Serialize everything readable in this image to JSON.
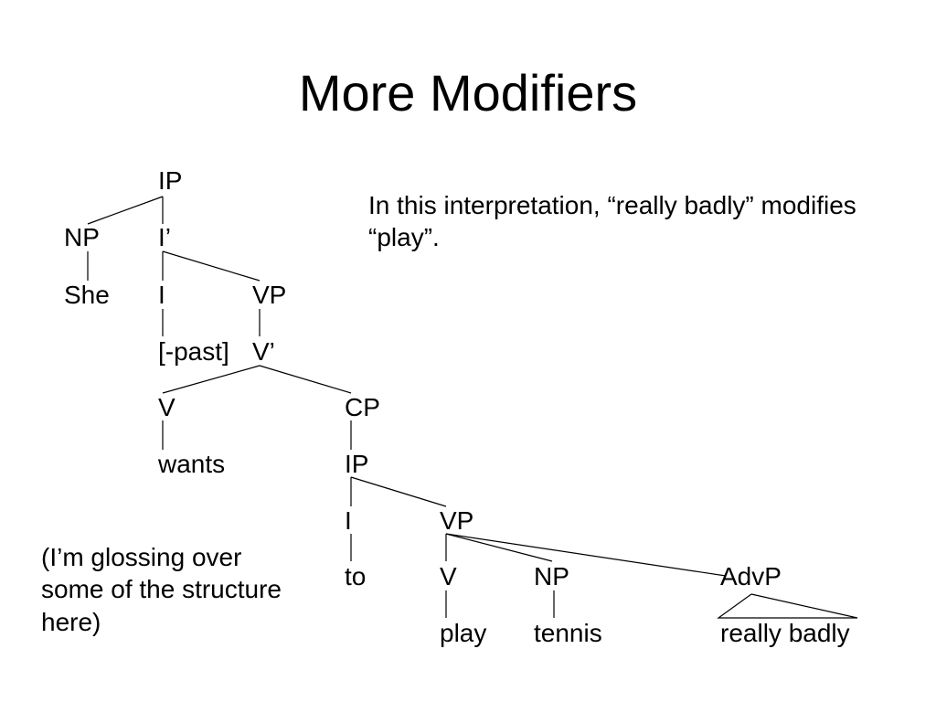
{
  "slide": {
    "title": "More Modifiers",
    "annotation": "In this interpretation, “really badly” modifies “play”.",
    "gloss_note": "(I’m glossing over some of the structure here)"
  },
  "tree": {
    "nodes": {
      "ip_root": "IP",
      "np_subject": "NP",
      "i_bar": "I’",
      "she": "She",
      "infl": "I",
      "vp_matrix": "VP",
      "tense": "[-past]",
      "v_bar": "V’",
      "v_matrix": "V",
      "cp": "CP",
      "wants": "wants",
      "ip_embedded": "IP",
      "infl_embedded": "I",
      "vp_embedded": "VP",
      "to": "to",
      "v_embedded": "V",
      "np_object": "NP",
      "advp": "AdvP",
      "play": "play",
      "tennis": "tennis",
      "really_badly": "really badly"
    }
  }
}
